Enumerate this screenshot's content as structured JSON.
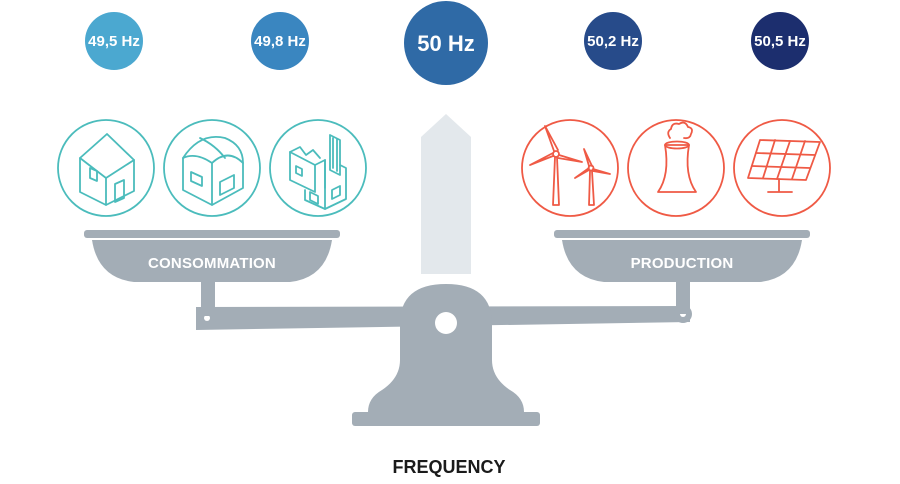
{
  "frequencies": [
    {
      "label": "49,5 Hz",
      "color": "#4ba8d0"
    },
    {
      "label": "49,8 Hz",
      "color": "#3a86c0"
    },
    {
      "label": "50 Hz",
      "color": "#2f6aa6"
    },
    {
      "label": "50,2 Hz",
      "color": "#274b8a"
    },
    {
      "label": "50,5 Hz",
      "color": "#1c2e6e"
    }
  ],
  "consumption": {
    "label": "CONSOMMATION",
    "icons": [
      "house-icon",
      "warehouse-icon",
      "factory-icon"
    ]
  },
  "production": {
    "label": "PRODUCTION",
    "icons": [
      "wind-turbines-icon",
      "cooling-tower-icon",
      "solar-panel-icon"
    ]
  },
  "title": "FREQUENCY",
  "colors": {
    "consumption": "#4bbcbc",
    "production": "#ef5a45",
    "scale": "#a3adb6",
    "needle": "#e3e8ec",
    "title": "#1a1a1a"
  }
}
